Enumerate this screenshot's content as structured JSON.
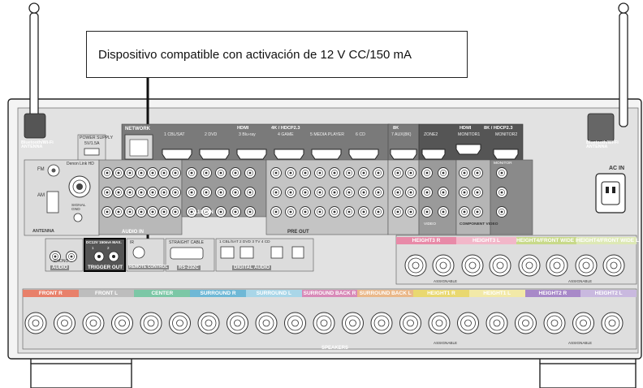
{
  "callout": {
    "text": "Dispositivo compatible con activación de 12 V CC/150 mA"
  },
  "antenna": {
    "left": "Bluetooth/Wi-Fi\nANTENNA",
    "right": "Bluetooth/Wi-Fi\nANTENNA"
  },
  "network": {
    "label": "NETWORK"
  },
  "power_supply": {
    "label": "POWER SUPPLY",
    "sub": "5V/1.5A"
  },
  "hdmi": {
    "header": "HDMI",
    "header_extra": "4K / HDCP2.3",
    "inputs": [
      "1 CBL/SAT",
      "2 DVD",
      "3 Blu-ray",
      "4 GAME",
      "5 MEDIA PLAYER",
      "6 CD"
    ],
    "in8k": "8K",
    "in7": "7 AUX(8K)",
    "out_header": "HDMI",
    "out_extra": "8K / HDCP2.3",
    "monitor1": "MONITOR1",
    "monitor2": "MONITOR2",
    "zone2": "ZONE2"
  },
  "ac_in": "AC IN",
  "fm": "FM",
  "am": "AM",
  "denon_link": "Denon Link HD",
  "signal_gnd": "SIGNAL\nGND",
  "antenna_label": "ANTENNA",
  "audio_section": "AUDIO IN",
  "phono": "PHONO",
  "audio_label": "AUDIO",
  "trigger": {
    "spec": "DC12V 150mA MAX.",
    "nums": [
      "1",
      "2"
    ],
    "label": "TRIGGER OUT",
    "ir": "IR",
    "remote": "REMOTE CONTROL"
  },
  "rs232c": {
    "label": "RS-232C",
    "sub": "STRAIGHT CABLE"
  },
  "digital_audio": {
    "label": "DIGITAL AUDIO",
    "sub": "1 CBL/SAT 2 DVD 3 TV 4 CD"
  },
  "pre_out": {
    "label": "PRE OUT",
    "channels": "7.1CH IN"
  },
  "component": "COMPONENT VIDEO",
  "video": "VIDEO",
  "monitor_right": "MONITOR",
  "assignable": "ASSIGNABLE",
  "speakers_label": "SPEAKERS",
  "speaker_top": [
    {
      "label": "HEIGHT3 R",
      "color": "#e88aa8"
    },
    {
      "label": "HEIGHT3 L",
      "color": "#f2b7c9"
    },
    {
      "label": "HEIGHT4/FRONT WIDE R",
      "color": "#c8d98a"
    },
    {
      "label": "HEIGHT4/FRONT WIDE L",
      "color": "#dde8b5"
    }
  ],
  "speaker_bottom": [
    {
      "label": "FRONT R",
      "color": "#e8806a"
    },
    {
      "label": "FRONT L",
      "color": "#bdbdbd"
    },
    {
      "label": "CENTER",
      "color": "#7cc7a6"
    },
    {
      "label": "SURROUND R",
      "color": "#6fb8d6"
    },
    {
      "label": "SURROUND L",
      "color": "#a9d6e8"
    },
    {
      "label": "SURROUND BACK R",
      "color": "#d88ab8"
    },
    {
      "label": "SURROUND BACK L",
      "color": "#eab88a"
    },
    {
      "label": "HEIGHT1 R",
      "color": "#e9d870"
    },
    {
      "label": "HEIGHT1 L",
      "color": "#f2e9a8"
    },
    {
      "label": "HEIGHT2 R",
      "color": "#a889c8"
    },
    {
      "label": "HEIGHT2 L",
      "color": "#c9b9df"
    }
  ]
}
